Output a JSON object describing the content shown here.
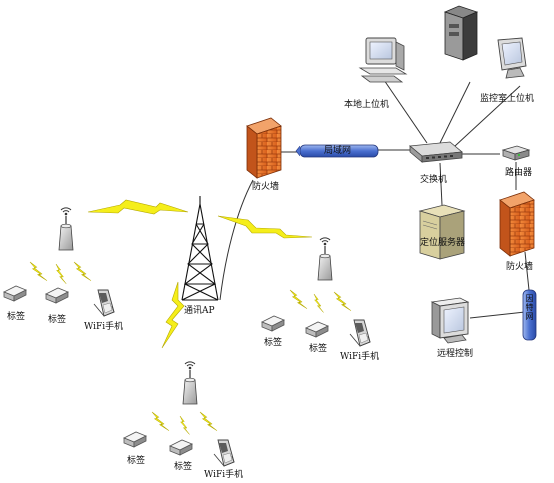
{
  "labels": {
    "local_pc": "本地上位机",
    "monitor_room_pc": "监控室上位机",
    "lan": "局域网",
    "firewall_left": "防火墙",
    "switch": "交换机",
    "router": "路由器",
    "firewall_right": "防火墙",
    "location_server": "定位服务器",
    "comm_ap": "通讯AP",
    "internet": "因特网",
    "remote_control": "远程控制",
    "tag": "标签",
    "wifi_phone": "WiFi手机"
  },
  "colors": {
    "firewall": "#e8742a",
    "lightning": "#f5ee1a",
    "lan_bar": "#5b7fd6",
    "device_grey": "#c9c9c9",
    "line": "#333333"
  },
  "icons": [
    "computer-icon",
    "server-tower-icon",
    "firewall-icon",
    "switch-icon",
    "router-icon",
    "antenna-tower-icon",
    "access-point-icon",
    "tag-device-icon",
    "wifi-phone-icon",
    "lightning-bolt-icon",
    "monitor-icon"
  ]
}
